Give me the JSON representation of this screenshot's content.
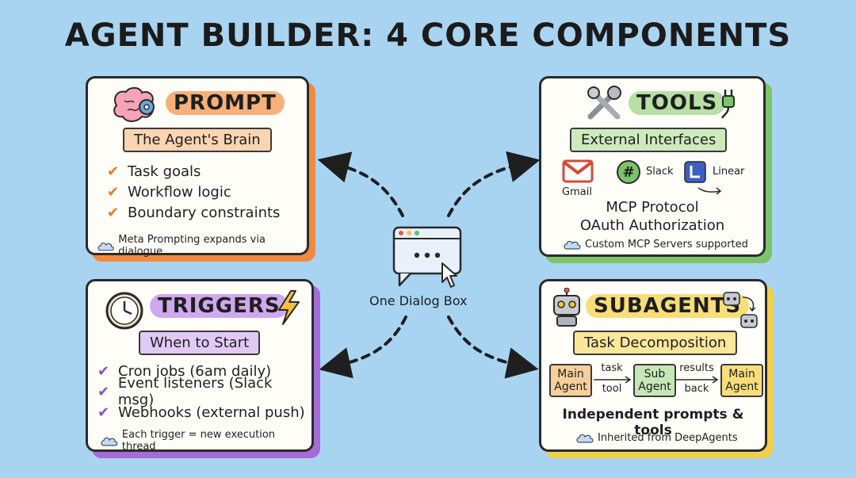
{
  "title": "AGENT BUILDER: 4 CORE COMPONENTS",
  "center": {
    "label": "One Dialog Box"
  },
  "prompt": {
    "header": "PROMPT",
    "subtitle": "The Agent's Brain",
    "items": [
      "Task goals",
      "Workflow logic",
      "Boundary constraints"
    ],
    "footer": "Meta Prompting expands via dialogue",
    "accent": "#f08a3e"
  },
  "tools": {
    "header": "TOOLS",
    "subtitle": "External Interfaces",
    "services": [
      "Gmail",
      "Slack",
      "Linear"
    ],
    "protocol_lines": [
      "MCP Protocol",
      "OAuth Authorization"
    ],
    "footer": "Custom MCP Servers supported",
    "accent": "#7bc46a"
  },
  "triggers": {
    "header": "TRIGGERS",
    "subtitle": "When to Start",
    "items": [
      "Cron jobs (6am daily)",
      "Event listeners (Slack msg)",
      "Webhooks (external push)"
    ],
    "footer": "Each trigger = new execution thread",
    "accent": "#a66bd6"
  },
  "subagents": {
    "header": "SUBAGENTS",
    "subtitle": "Task Decomposition",
    "flow": {
      "main1": "Main Agent",
      "task": "task",
      "tool": "tool",
      "sub": "Sub Agent",
      "results": "results",
      "back": "back",
      "main2": "Main Agent"
    },
    "note": "Independent prompts & tools",
    "footer": "Inherited from DeepAgents",
    "accent": "#f0cf4a"
  }
}
